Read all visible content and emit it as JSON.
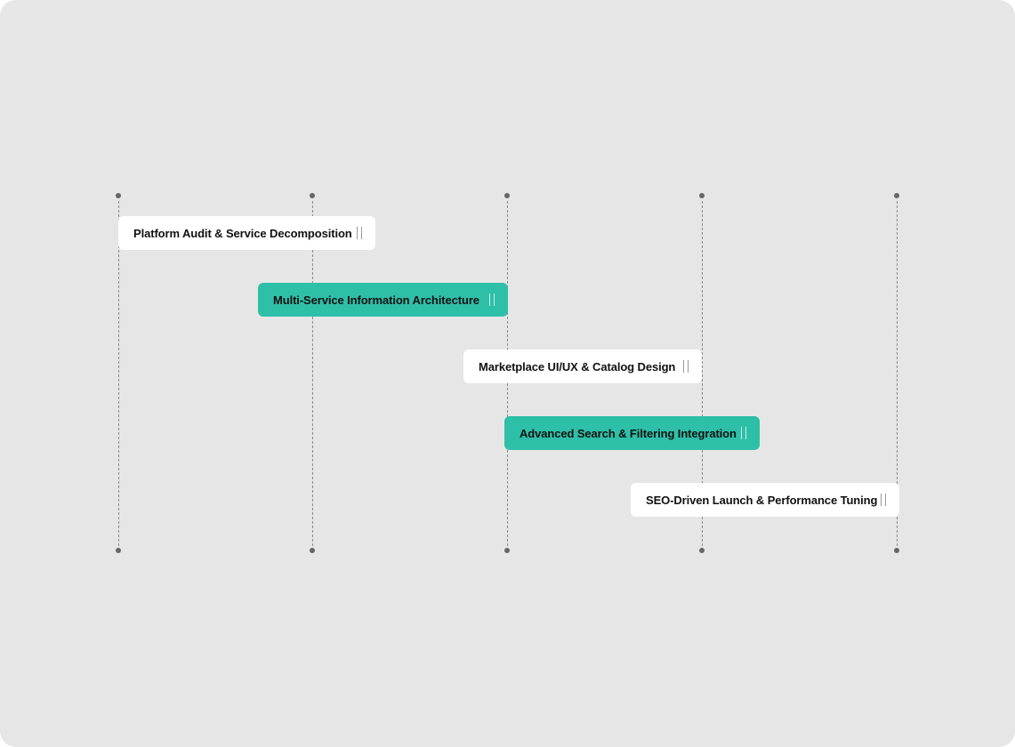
{
  "timeline": {
    "columns": 5,
    "bars": [
      {
        "label": "Platform Audit & Service Decomposition",
        "style": "white",
        "color": "#ffffff"
      },
      {
        "label": "Multi-Service Information Architecture",
        "style": "teal",
        "color": "#2ebfa8"
      },
      {
        "label": "Marketplace UI/UX & Catalog Design",
        "style": "white",
        "color": "#ffffff"
      },
      {
        "label": "Advanced Search & Filtering Integration",
        "style": "teal",
        "color": "#2ebfa8"
      },
      {
        "label": "SEO-Driven Launch & Performance Tuning",
        "style": "white",
        "color": "#ffffff"
      }
    ]
  },
  "colors": {
    "background": "#e6e6e6",
    "accent": "#2ebfa8",
    "guide": "#8a8a8a"
  }
}
